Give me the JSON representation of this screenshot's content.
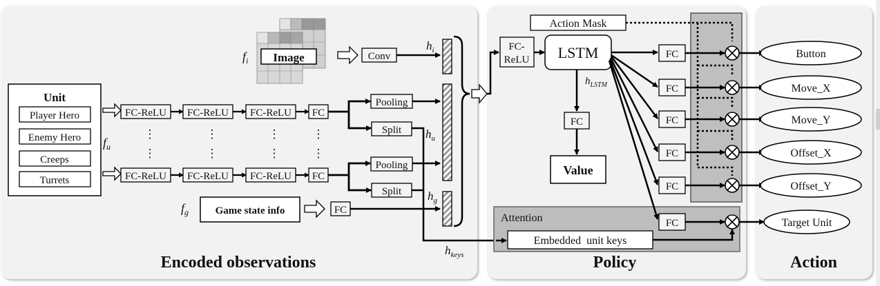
{
  "panels": {
    "encoded": "Encoded observations",
    "policy": "Policy",
    "action": "Action"
  },
  "unit": {
    "title": "Unit",
    "items": [
      "Player Hero",
      "Enemy Hero",
      "Creeps",
      "Turrets"
    ],
    "feature_label": "f",
    "feature_sub": "u"
  },
  "image": {
    "label": "Image",
    "feature_label": "f",
    "feature_sub": "i",
    "conv": "Conv"
  },
  "game": {
    "label": "Game state info",
    "feature_label": "f",
    "feature_sub": "g",
    "fc": "FC"
  },
  "unit_chain": {
    "layers": [
      "FC-ReLU",
      "FC-ReLU",
      "FC-ReLU",
      "FC"
    ],
    "pooling": "Pooling",
    "split": "Split",
    "dots": "⋮"
  },
  "hidden": {
    "hi": "h",
    "hi_sub": "i",
    "hu": "h",
    "hu_sub": "u",
    "hg": "h",
    "hg_sub": "g",
    "hkeys": "h",
    "hkeys_sub": "keys",
    "hlstm": "h",
    "hlstm_sub": "LSTM"
  },
  "policy": {
    "fc_relu_1": "FC-",
    "fc_relu_2": "ReLU",
    "lstm": "LSTM",
    "value_fc": "FC",
    "value": "Value",
    "action_mask": "Action Mask",
    "head_fc": "FC",
    "attention": "Attention",
    "embedded_keys": "Embedded  unit keys",
    "multiply_symbol": "⊗"
  },
  "actions": [
    "Button",
    "Move_X",
    "Move_Y",
    "Offset_X",
    "Offset_Y",
    "Target Unit"
  ],
  "colors": {
    "panel_bg": "#f2f2f2",
    "mask_bg": "#bfbfbf",
    "attention_bg": "#bdbdbd",
    "line": "#000000"
  }
}
